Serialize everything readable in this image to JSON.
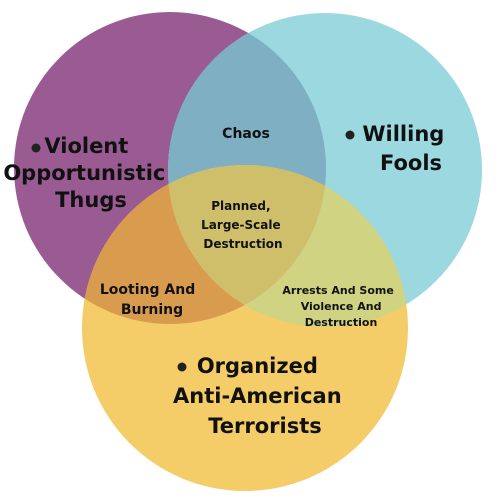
{
  "diagram": {
    "type": "venn-3",
    "colors": {
      "purple": "#9a5b93",
      "cyan": "#9bd8e0",
      "yellow": "#f4cd68",
      "purple_cyan": "#7eafc2",
      "purple_yellow": "#d99c4f",
      "cyan_yellow": "#cfd382",
      "center": "#cfbf6a"
    },
    "sets": {
      "purple": {
        "line1": "Violent",
        "line2": "Opportunistic",
        "line3": "Thugs"
      },
      "cyan": {
        "line1": "Willing",
        "line2": "Fools"
      },
      "yellow": {
        "line1": "Organized",
        "line2": "Anti-American",
        "line3": "Terrorists"
      }
    },
    "overlaps": {
      "purple_cyan": {
        "line1": "Chaos"
      },
      "purple_yellow": {
        "line1": "Looting And",
        "line2": "Burning"
      },
      "cyan_yellow": {
        "line1": "Arrests And Some",
        "line2": "Violence And",
        "line3": "Destruction"
      },
      "all_three": {
        "line1": "Planned,",
        "line2": "Large-Scale",
        "line3": "Destruction"
      }
    }
  }
}
